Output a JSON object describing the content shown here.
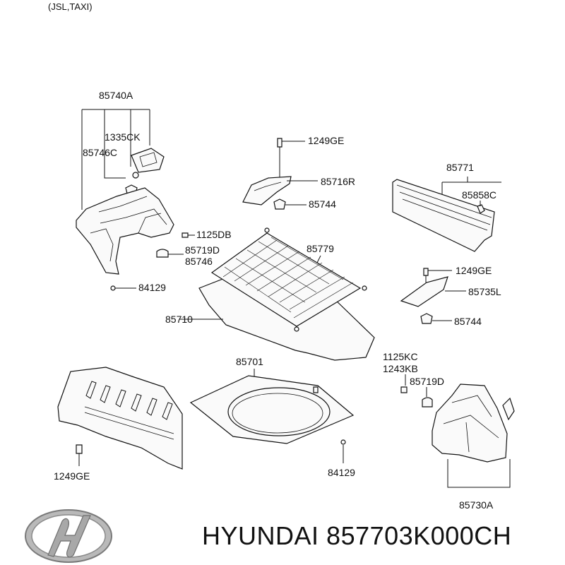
{
  "header": {
    "variant": "(JSL,TAXI)"
  },
  "brand": {
    "make": "HYUNDAI",
    "part_number": "857703K000CH"
  },
  "labels": {
    "l85740A": "85740A",
    "l1335CK": "1335CK",
    "l85746C": "85746C",
    "l1125DB": "1125DB",
    "l85719D_a": "85719D",
    "l85746": "85746",
    "l84129_a": "84129",
    "l1249GE_a": "1249GE",
    "l85716R": "85716R",
    "l85744_a": "85744",
    "l85771": "85771",
    "l85858C": "85858C",
    "l85779": "85779",
    "l85710": "85710",
    "l1249GE_b": "1249GE",
    "l85735L": "85735L",
    "l85744_b": "85744",
    "l85701": "85701",
    "l1125KC": "1125KC",
    "l1243KB": "1243KB",
    "l85719D_b": "85719D",
    "l1249GE_c": "1249GE",
    "l84129_b": "84129",
    "l85730A": "85730A"
  },
  "icons": {
    "logo": "hyundai-logo"
  }
}
